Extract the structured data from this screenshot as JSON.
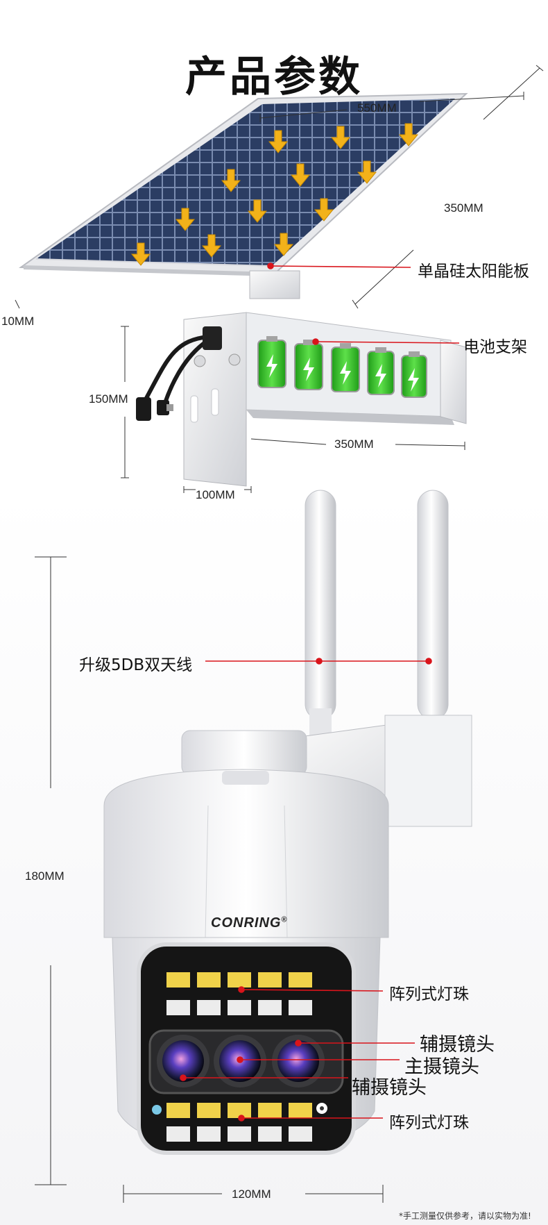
{
  "title": "产品参数",
  "panel": {
    "width": "550MM",
    "depth": "350MM",
    "thickness": "10MM",
    "label": "单晶硅太阳能板"
  },
  "bracket": {
    "label": "电池支架",
    "height": "150MM",
    "length": "350MM",
    "width": "100MM"
  },
  "camera": {
    "antenna_label": "升级5DB双天线",
    "height": "180MM",
    "width": "120MM",
    "brand": "CONRING",
    "brand_mark": "®",
    "led_top_label": "阵列式灯珠",
    "aux_lens_top_label": "辅摄镜头",
    "main_lens_label": "主摄镜头",
    "aux_lens_bottom_label": "辅摄镜头",
    "led_bottom_label": "阵列式灯珠"
  },
  "footnote": "*手工测量仅供参考，请以实物为准!",
  "colors": {
    "pointer_line": "#d9141b",
    "panel_cell": "#2b3d63",
    "battery_green": "#36c22a",
    "arrow_yellow": "#f2b21a",
    "led_yellow": "#f0d24a"
  }
}
